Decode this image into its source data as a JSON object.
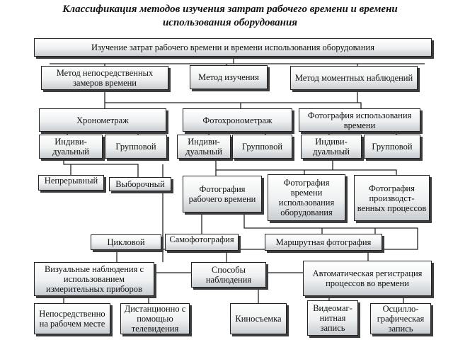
{
  "title": "Классификация методов изучения затрат рабочего времени и времени использования оборудования",
  "top": "Изучение затрат рабочего времени и времени использования оборудования",
  "methods": {
    "direct": "Метод непосредственных замеров времени",
    "study": "Метод изучения",
    "moment": "Метод моментных наблюдений"
  },
  "techniques": {
    "timing": "Хронометраж",
    "photo_timing": "Фотохронометраж",
    "photo_equipment": "Фотография использования времени"
  },
  "forms": {
    "individual": "Индиви-дуальный",
    "group": "Групповой"
  },
  "timing_types": {
    "continuous": "Непрерывный",
    "selective": "Выборочный",
    "cyclic": "Цикловой"
  },
  "photos": {
    "work_time": "Фотография рабочего времени",
    "equipment_time": "Фотография времени использования оборудования",
    "production": "Фотография производст-венных процессов",
    "self": "Самофотография",
    "route": "Маршрутная фотография"
  },
  "observation": {
    "visual": "Визуальные наблюдения с использованием измерительных приборов",
    "ways": "Способы наблюдения",
    "auto": "Автоматическая регистрация процессов во времени"
  },
  "bottom": {
    "on_site": "Непосредственно на рабочем месте",
    "remote": "Дистанционно с помощью телевидения",
    "film": "Киносъемка",
    "video": "Видеомаг-нитная запись",
    "oscillo": "Осцилло-графическая запись"
  }
}
